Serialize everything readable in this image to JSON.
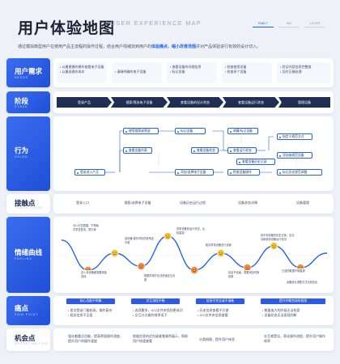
{
  "header": {
    "title": "用户体验地图",
    "subtitle": "/ USER EXPERIENCE MAP",
    "tabs": [
      "EMILY",
      "IKE",
      "LAYER"
    ]
  },
  "description": {
    "part1": "通过模拟典型用户在使用产品主流程的操作过程，结合用户情绪找到用户的",
    "highlight1": "体验痛点",
    "part2": "，",
    "highlight2": "缩小改善范围",
    "part3": "并对产品体验进行有效的设计切入。"
  },
  "rows": {
    "needs": {
      "zh": "用户需求",
      "en": "NEEDS"
    },
    "stage": {
      "zh": "阶段",
      "en": "STAGE"
    },
    "action": {
      "zh": "行为",
      "en": "DOING"
    },
    "touch": {
      "zh": "接触点",
      "en": "TOUCH POINT"
    },
    "emotion": {
      "zh": "情绪曲线",
      "en": "FEELING"
    },
    "pain": {
      "zh": "痛点",
      "en": "PAIN POINT"
    },
    "opportunity": {
      "zh": "机会点",
      "en": "OPPORTUNITIES"
    }
  },
  "needs": [
    [
      "以最便捷的操作查看电子设备",
      "以最低操作成本"
    ],
    [
      "清晰明确的电子设备"
    ],
    [
      "查看设备的详细信息",
      "标记设备"
    ],
    [
      "检查使用设备",
      "检查多个设备"
    ],
    [
      "验证内容信息完整度",
      "及时正确处理"
    ]
  ],
  "stages": [
    "登录产品",
    "搜索/筛选电子设备",
    "查看设备的设计状态",
    "查看设备运行状态",
    "管理设备"
  ],
  "actions": {
    "a1": "登录进入产品",
    "a2": "使用搜索或筛选",
    "a3": "查看设备列表",
    "a4": "添加/选择电子设备",
    "a5": "标记设备",
    "a6": "查看设备状态",
    "a7": "收藏/标记设备",
    "a8": "查看运行状态",
    "a9": "检查设备操作",
    "a10": "查看设备历史记录",
    "a11": "指定义规范方式",
    "a12": "添加或规范设备",
    "a13": "标记历史规范调整"
  },
  "touchpoints": [
    "登录入口",
    "搜索/选择电子设备",
    "设备历史运行过程",
    "设备状态详情",
    "设备管理"
  ],
  "emotions": {
    "n1": "可以记住数据，不再每次重复登录，很方便",
    "n2": "选设备/操作详情的效率还不错",
    "n3": "这么多设备都需要单独查找",
    "n4": "查看设备的运行状态，比较直观",
    "n5": "数据异常时无法快速定位问题",
    "n6": "能对异常设备进行设置",
    "n7": "信息不全面，需要来回切换查看",
    "n8": "找不到设备的历史记录，无法清晰看到设备运行情况",
    "n9": "已选的数据不够直观",
    "n10": "设备统计调整方式比较复杂"
  },
  "pains": {
    "headers": [
      "核心功能不明确",
      "交互流程不畅",
      "信息不完全或不清晰",
      "提升并做完成的权限"
    ],
    "items": [
      [
        "首次登录门槛较高，操作复杂",
        "相关信息不全面"
      ],
      [
        "选项繁多，ICO文件夹找到更成功",
        "交互方式操作效率低下"
      ],
      [
        "历史信息查看不方便",
        "ICO文件夹信息查看"
      ],
      [
        "数量庞大的时候无法检索",
        "设备状态无法直观判断"
      ]
    ]
  },
  "opportunities": [
    "强化着重点功能，提高界面操作速度，提升用户的操作速度",
    "根据信息的优先级查看顺序展示，帮助用户快速查看",
    "分类梳理，提升用户体验",
    "交互感受佳，简化操作流程，提升用户操作效率"
  ],
  "colors": {
    "accent": "#2563eb",
    "stage": "#1e2e55",
    "bg": "#eef2f8"
  },
  "emotion_curve": {
    "emotion_levels": [
      0.82,
      0.2,
      0.55,
      0.28,
      0.9,
      0.2,
      0.55,
      0.25,
      0.7,
      0.25,
      0.55
    ]
  }
}
